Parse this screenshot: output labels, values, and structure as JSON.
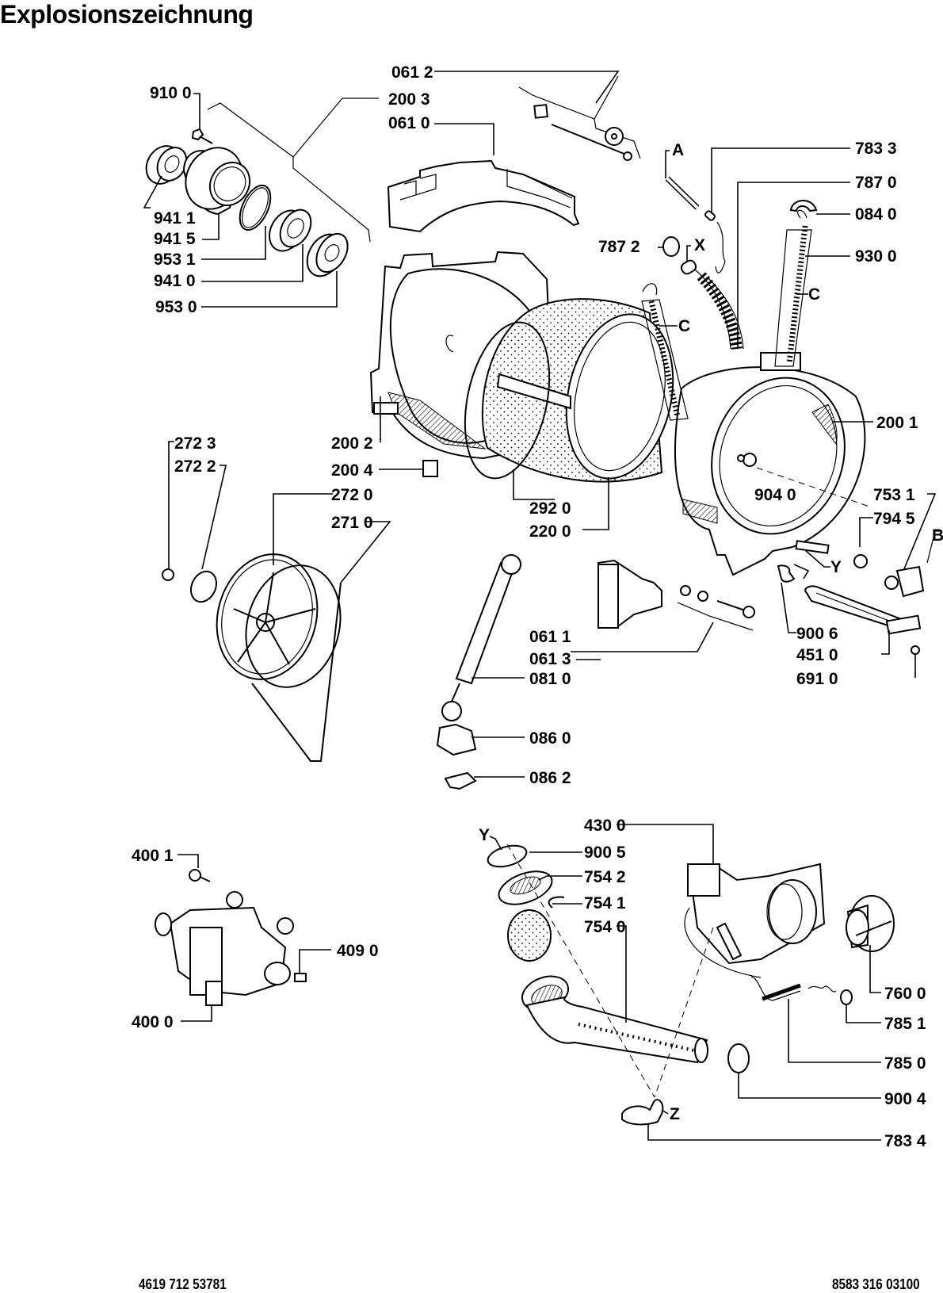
{
  "page": {
    "title": "Explosionszeichnung",
    "footer_left": "4619 712 53781",
    "footer_right": "8583 316 03100"
  },
  "parts": {
    "p9100": "910 0",
    "p0612": "061 2",
    "p2003": "200 3",
    "p0610": "061 0",
    "p9411": "941 1",
    "p9415": "941 5",
    "p9531": "953 1",
    "p9410": "941 0",
    "p9530": "953 0",
    "p7833": "783 3",
    "p7870": "787 0",
    "p0840": "084 0",
    "p7872": "787 2",
    "p9300": "930 0",
    "p2002": "200 2",
    "p2004": "200 4",
    "p2723": "272 3",
    "p2722": "272 2",
    "p2720": "272 0",
    "p2710": "271 0",
    "p2920": "292 0",
    "p2200": "220 0",
    "p2001": "200 1",
    "p9040": "904 0",
    "p7531": "753 1",
    "p7945": "794 5",
    "p0611": "061 1",
    "p0613": "061 3",
    "p0810": "081 0",
    "p0860": "086 0",
    "p0862": "086 2",
    "p9006": "900 6",
    "p4510": "451 0",
    "p6910": "691 0",
    "p4001": "400 1",
    "p4090": "409 0",
    "p4000": "400 0",
    "p4300": "430 0",
    "p9005": "900 5",
    "p7542": "754 2",
    "p7541": "754 1",
    "p7540": "754 0",
    "p7600": "760 0",
    "p7851": "785 1",
    "p7850": "785 0",
    "p9004": "900 4",
    "p7834": "783 4"
  },
  "markers": {
    "A": "A",
    "B": "B",
    "C1": "C",
    "C2": "C",
    "X": "X",
    "Y1": "Y",
    "Y2": "Y",
    "Z": "Z"
  }
}
